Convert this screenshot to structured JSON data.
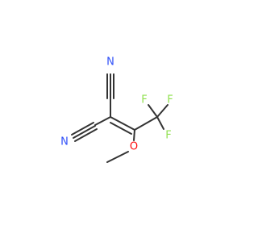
{
  "molecule": {
    "atoms": {
      "n_top": "N",
      "n_left": "N",
      "f_top_left": "F",
      "f_top_right": "F",
      "f_bottom": "F",
      "o_methoxy": "O"
    },
    "colors": {
      "nitrogen": "#3050F8",
      "fluorine": "#90E050",
      "oxygen": "#FF0D0D",
      "carbon_bond": "#333333"
    }
  }
}
